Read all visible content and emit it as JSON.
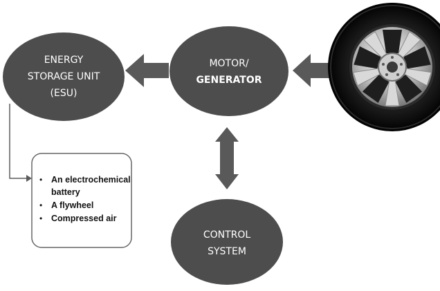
{
  "nodes": {
    "esu": {
      "lines": [
        "ENERGY",
        "STORAGE UNIT",
        "(ESU)"
      ]
    },
    "motor": {
      "line1": "MOTOR/",
      "line2": "GENERATOR"
    },
    "control": {
      "lines": [
        "CONTROL",
        "SYSTEM"
      ]
    }
  },
  "storage_options": {
    "items": [
      {
        "bullet": "•",
        "lines": [
          "An electrochemical",
          "battery"
        ]
      },
      {
        "bullet": "•",
        "lines": [
          "A flywheel"
        ]
      },
      {
        "bullet": "•",
        "lines": [
          "Compressed air"
        ]
      }
    ]
  },
  "colors": {
    "node_fill": "#4d4d4d",
    "arrow_fill": "#595959",
    "connector": "#5a5a5a",
    "box_border": "#666666"
  },
  "icons": {
    "wheel": "car-wheel-icon"
  }
}
